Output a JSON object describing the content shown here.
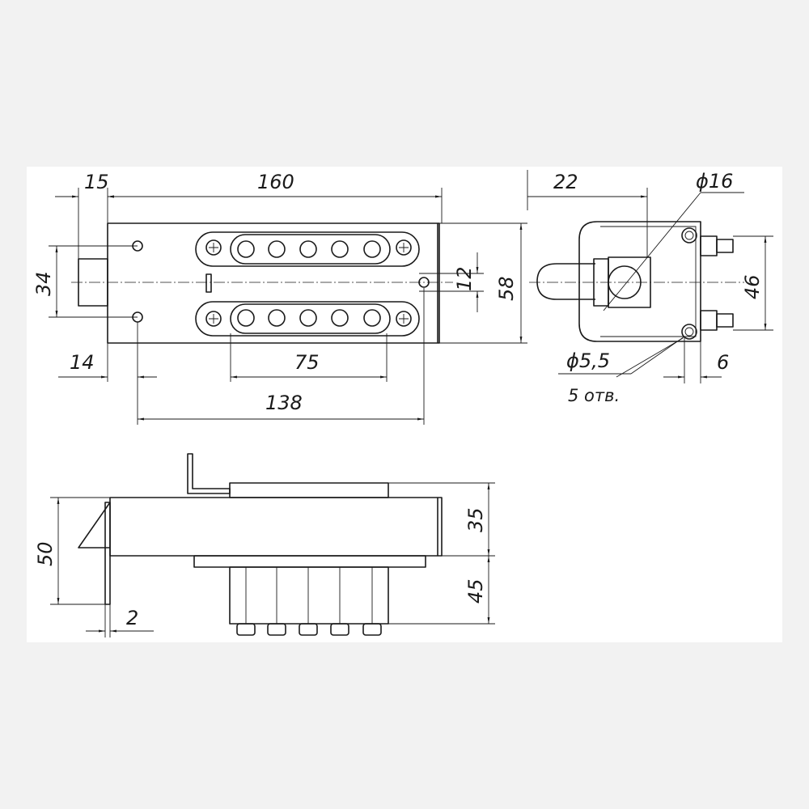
{
  "drawing": {
    "dimensions": {
      "d15": "15",
      "d160": "160",
      "d34": "34",
      "d12": "12",
      "d58": "58",
      "d14": "14",
      "d75": "75",
      "d138": "138",
      "d22": "22",
      "d_phi16": "ϕ16",
      "d46": "46",
      "d_phi5_5": "ϕ5,5",
      "d6": "6",
      "holes_note": "5 отв.",
      "d35": "35",
      "d50": "50",
      "d45": "45",
      "d2": "2"
    },
    "colors": {
      "line": "#1a1a1a",
      "sheet": "#ffffff",
      "background": "#f2f2f2"
    }
  }
}
